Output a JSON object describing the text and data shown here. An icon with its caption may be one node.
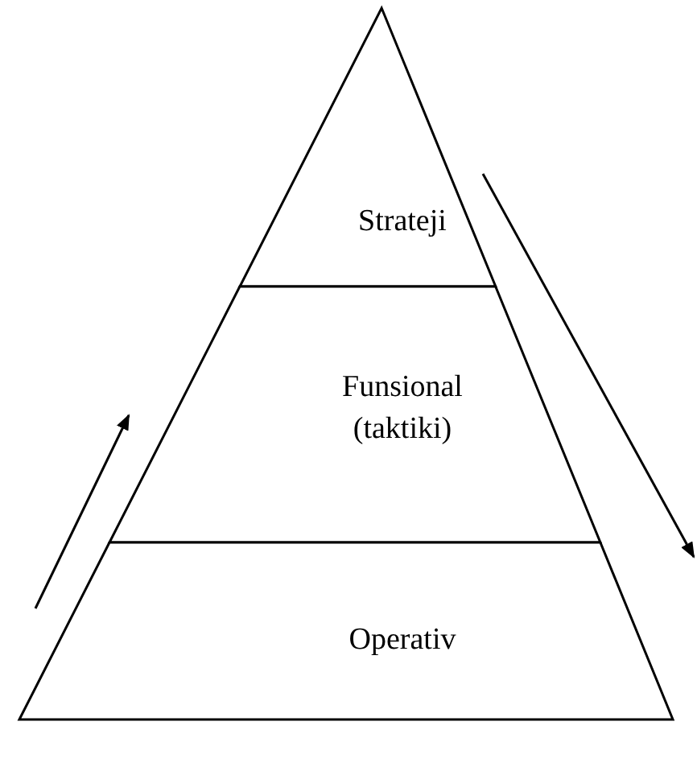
{
  "diagram": {
    "nodes": [
      {
        "text": [
          "Strateji"
        ]
      },
      {
        "text": [
          "Funsional (taktiki)"
        ]
      },
      {
        "text": [
          "Operativ"
        ]
      }
    ]
  }
}
